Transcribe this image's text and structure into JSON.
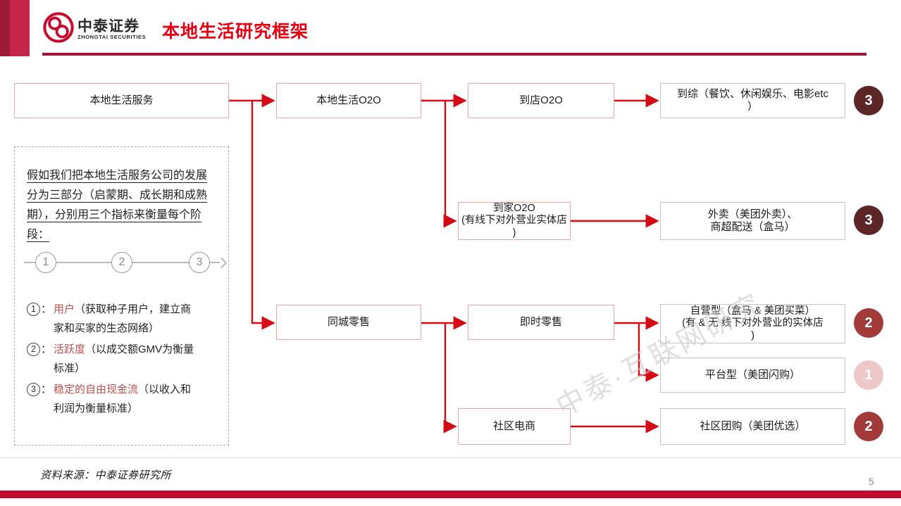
{
  "header": {
    "brand_cn": "中泰证券",
    "brand_en": "ZHONGTAI SECURITIES",
    "title": "本地生活研究框架"
  },
  "flowchart": {
    "nodes": {
      "root": "本地生活服务",
      "o2o": "本地生活O2O",
      "store_o2o": "到店O2O",
      "comprehensive": "到综（餐饮、休闲娱乐、电影etc\n）",
      "home_o2o": "到家O2O\n(有线下对外营业实体店\n)",
      "delivery": "外卖（美团外卖）、\n商超配送（盒马）",
      "city_retail": "同城零售",
      "instant_retail": "即时零售",
      "self_operated": "自营型（盒马 & 美团买菜）\n(有 & 无 线下对外营业的实体店\n)",
      "platform_type": "平台型（美团闪购）",
      "community_ec": "社区电商",
      "group_buying": "社区团购（美团优选）"
    },
    "badges": {
      "comprehensive": "3",
      "delivery": "3",
      "self_operated": "2",
      "platform_type": "1",
      "group_buying": "2"
    }
  },
  "note": {
    "intro": "假如我们把本地生活服务公司的发展分为三部分（启蒙期、成长期和成熟期），分别用三个指标来衡量每个阶段：",
    "timeline": {
      "step1": "1",
      "step2": "2",
      "step3": "3"
    },
    "items": [
      {
        "num": "1",
        "sep": "：",
        "keyword": "用户",
        "rest": "（获取种子用户，建立商家和买家的生态网络）"
      },
      {
        "num": "2",
        "sep": "：",
        "keyword": "活跃度",
        "rest": "（以成交额GMV为衡量标准）"
      },
      {
        "num": "3",
        "sep": "：",
        "keyword": "稳定的自由现金流",
        "rest": "（以收入和利润为衡量标准）"
      }
    ]
  },
  "watermark": "中泰·互联网研究",
  "footer": {
    "source": "资料来源：中泰证券研究所",
    "page": "5"
  },
  "colors": {
    "accent_red": "#d40b14",
    "crimson_rule": "#ab0e34",
    "footer_bar": "#bf0d32",
    "title_red": "#e60012",
    "pink_border": "#e8a7a7",
    "gray_border": "#c2c2c2",
    "badge_dark": "#5d2626",
    "badge_mid": "#a23a3a",
    "badge_light": "#eec8c8",
    "keyword_red": "#c0504d"
  }
}
